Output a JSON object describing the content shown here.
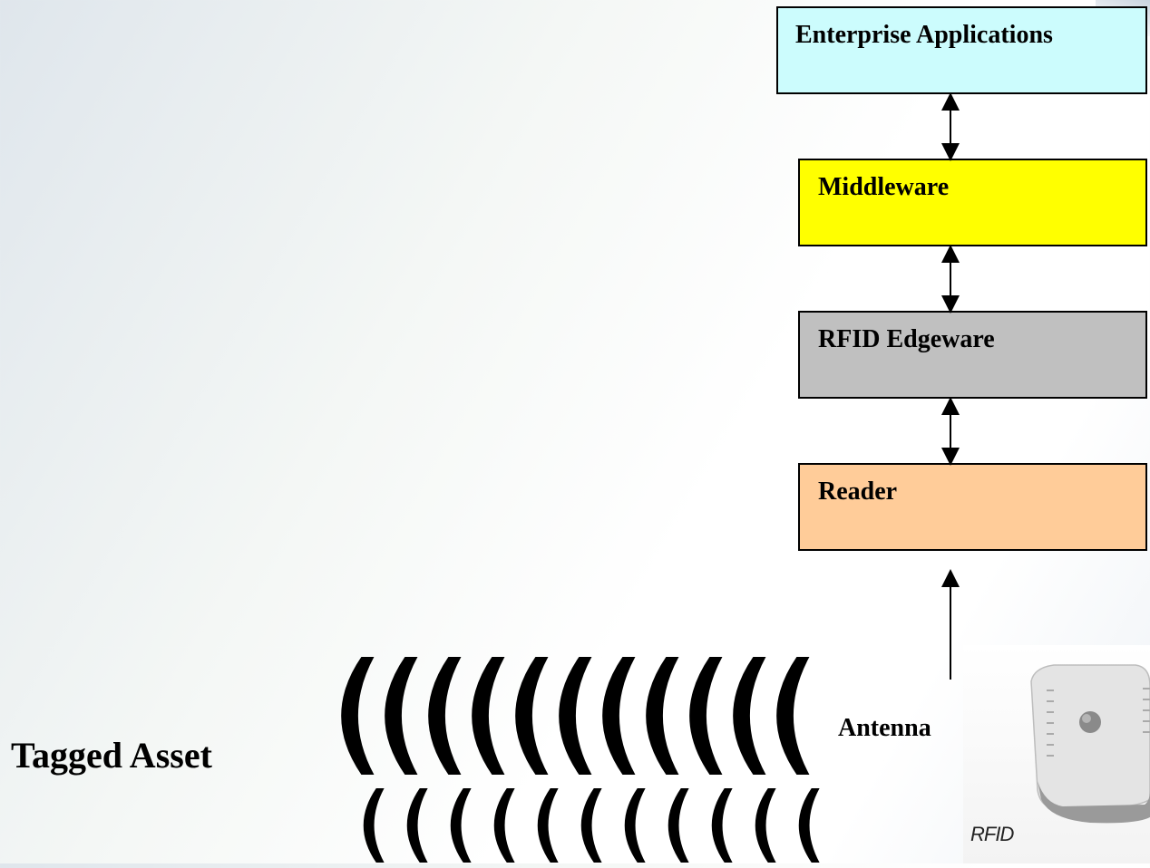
{
  "layers": [
    {
      "label": "Enterprise Applications",
      "color": "#ccfcfd"
    },
    {
      "label": "Middleware",
      "color": "#ffff00"
    },
    {
      "label": "RFID Edgeware",
      "color": "#c0c0c0"
    },
    {
      "label": "Reader",
      "color": "#ffcc99"
    }
  ],
  "tagged_asset": "Tagged Asset",
  "antenna": "Antenna",
  "device_logo": "RFID",
  "wave_rows": [
    11,
    11
  ]
}
